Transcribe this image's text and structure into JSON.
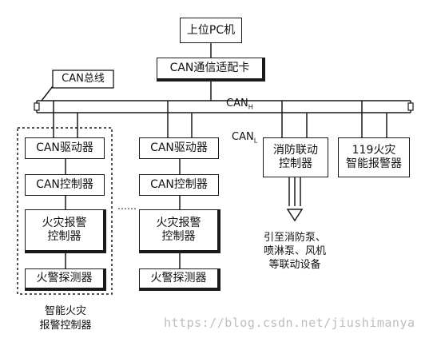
{
  "diagram": {
    "nodes": {
      "pc": "上位PC机",
      "can_adapter": "CAN通信适配卡",
      "drv1": "CAN驱动器",
      "ctl1": "CAN控制器",
      "fire_ctl1": "火灾报警\n控制器",
      "det1": "火警探测器",
      "drv2": "CAN驱动器",
      "ctl2": "CAN控制器",
      "fire_ctl2": "火灾报警\n控制器",
      "det2": "火警探测器",
      "linkage": "消防联动\n控制器",
      "alarm119": "119火灾\n智能报警器"
    },
    "labels": {
      "can_bus": "CAN总线",
      "can_h": "CAN",
      "can_h_sub": "H",
      "can_l": "CAN",
      "can_l_sub": "L",
      "ellipsis": "……",
      "linkage_note": "引至消防泵、\n喷淋泵、风机\n等联动设备",
      "smart_group": "智能火灾\n报警控制器"
    }
  },
  "watermark": "https://blog.csdn.net/jiushimanya"
}
